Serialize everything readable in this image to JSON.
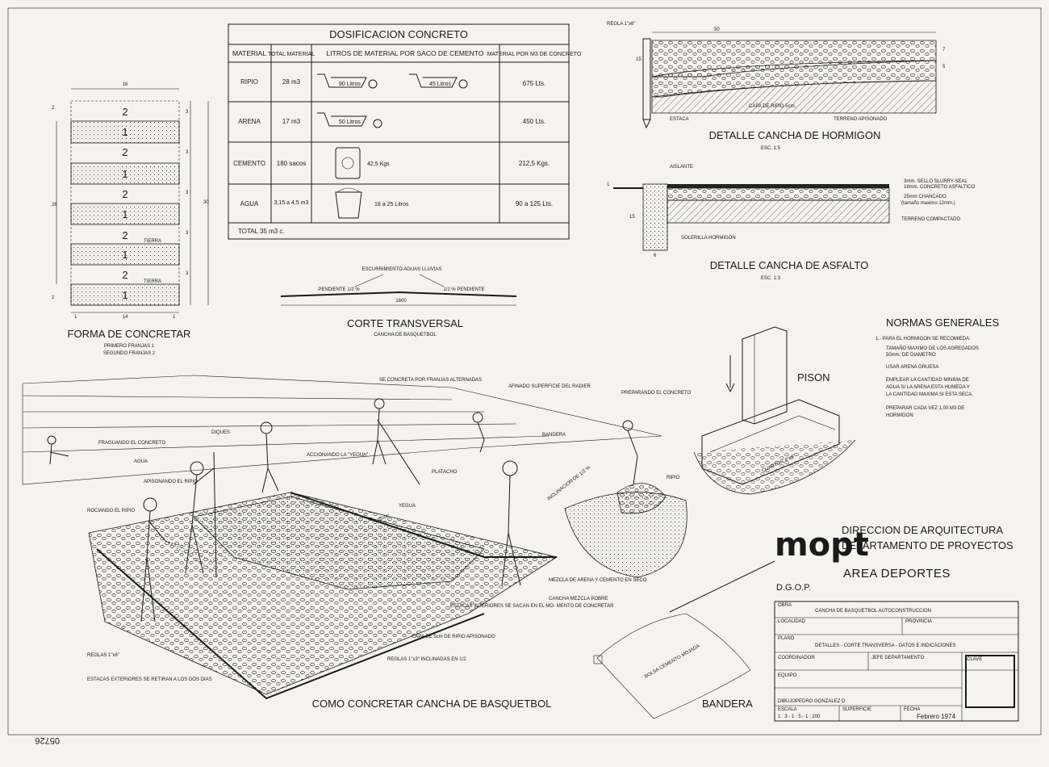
{
  "header": {
    "regla_label": "REGLA 1\"x6\""
  },
  "dosificacion": {
    "title": "DOSIFICACION    CONCRETO",
    "columns": [
      "MATERIAL",
      "TOTAL MATERIAL",
      "LITROS DE MATERIAL POR SACO DE CEMENTO",
      "MATERIAL POR M3 DE CONCRETO"
    ],
    "rows": [
      {
        "material": "RIPIO",
        "total": "28 m3",
        "litros": [
          "90 Litros",
          "45 Litros"
        ],
        "por_m3": "675 Lts."
      },
      {
        "material": "ARENA",
        "total": "17 m3",
        "litros": [
          "50 Litros"
        ],
        "por_m3": "450 Lts."
      },
      {
        "material": "CEMENTO",
        "total": "180 sacos",
        "litros": [
          "42,5 Kgs"
        ],
        "por_m3": "212,5 Kgs."
      },
      {
        "material": "AGUA",
        "total": "3,15 a 4,5 m3",
        "litros": [
          "18 a 25 Litros"
        ],
        "por_m3": "90 a 125 Lts."
      }
    ],
    "total": "TOTAL 35 m3 c."
  },
  "forma": {
    "title": "FORMA DE CONCRETAR",
    "line1": "PRIMERO FRANJAS 1",
    "line2": "SEGUNDO FRANJAS 2",
    "dims": {
      "top": "16",
      "bottom": "14",
      "side": "26",
      "outer": "30",
      "two": "2",
      "three": "3",
      "one": "1"
    },
    "strips": [
      "2",
      "1",
      "2",
      "1",
      "2",
      "1",
      "2",
      "1",
      "2",
      "1"
    ],
    "tierra": "TIERRA"
  },
  "corte": {
    "title": "CORTE TRANSVERSAL",
    "subtitle": "CANCHA DE BASQUETBOL",
    "escurrimiento": "ESCURRIMIENTO AGUAS LLUVIAS",
    "pend_left": "PENDIENTE 1/2 %",
    "pend_right": "1/2 % PENDIENTE",
    "width": "1600"
  },
  "hormigon": {
    "title": "DETALLE CANCHA DE HORMIGON",
    "scale": "ESC. 1:5",
    "dim_top": "50",
    "dim_left": "15",
    "dim_right_1": "7",
    "dim_right_2": "5",
    "capa": "CAPA DE RIPIO 5cm.",
    "terreno": "TERRENO APISONADO",
    "estaca": "ESTACA"
  },
  "asfalto": {
    "title": "DETALLE CANCHA DE ASFALTO",
    "scale": "ESC. 1:3",
    "aislante": "AISLANTE",
    "sello": "3mm. SELLO SLURRY-SEAL",
    "concreto": "18mm. CONCRETO ASFALTICO",
    "chancado": "25mm CHANCADO",
    "tamano": "(tamaño maximo 12mm.)",
    "terreno": "TERRENO COMPACTADO",
    "solerilla": "SOLERILLA HORMIGON",
    "dim_left": "15",
    "dim_bottom": "6",
    "dim_one": "1"
  },
  "normas": {
    "title": "NORMAS GENERALES",
    "item1": "1.- PARA EL HORMIGON SE RECOMIEDA:",
    "lines": [
      "TAMAÑO MAXIMO DE LOS AGREGADOS",
      "50mm. DE DIAMETRO",
      "USAR ARENA GRUESA",
      "EMPLEAR LA CANTIDAD MINIMA DE",
      "AGUA SI LA ARENA ESTA HUMEDA Y",
      "LA CANTIDAD MAXIMA SI ESTA SECA.",
      "PREPARAR CADA VEZ 1,00 M3 DE",
      "HORMIGON"
    ]
  },
  "pison": {
    "title": "PISON",
    "cuarton": "CUARTON 4\"x4\""
  },
  "scene": {
    "title": "COMO CONCRETAR CANCHA DE BASQUETBOL",
    "labels": {
      "franjas": "SE CONCRETA POR FRANJAS ALTERNADAS",
      "afinado": "AFINADO SUPERFICIE DEL RADIER",
      "preparando": "PREPARANDO EL CONCRETO",
      "fraguando": "FRAGUANDO EL CONCRETO",
      "diques": "DIQUES",
      "agua": "AGUA",
      "apisonando": "APISONANDO EL RIPIO",
      "accionando": "ACCIONANDO LA \"YEGUA\"",
      "bandera": "BANDERA",
      "platacho": "PLATACHO",
      "ripio": "RIPIO",
      "rociando": "ROCIANDO EL RIPIO",
      "yegua": "YEGUA",
      "dos_x_cuatro": "2\"x4\"",
      "inclinacion": "INCLINACION DE 1/2 %",
      "mezcla": "MEZCLA DE ARENA Y CEMENTO EN SECO",
      "cancha_mezcla": "CANCHA MEZCLA POBRE",
      "estacas_int": "ESTACAS INTERIORES SE SACAN EN EL MO- MENTO DE CONCRETAR",
      "capa": "CAPA DE 5cm DE RIPIO APISONADO",
      "reglas_1x6": "REGLAS 1\"x6\"",
      "reglas_1x3": "REGLAS 1\"x3\" INCLINADAS EN 1/2",
      "estacas_ext": "ESTACAS EXTERIORES SE RETIRAN A LOS DOS DIAS"
    }
  },
  "bandera": {
    "title": "BANDERA",
    "bolsa": "BOLSA CEMENTO MOJADA"
  },
  "institution": {
    "logo": "mopt",
    "logo_sub": "D.G.O.P.",
    "line1": "DIRECCION  DE  ARQUITECTURA",
    "line2": "DEPARTAMENTO DE PROYECTOS",
    "area": "AREA   DEPORTES"
  },
  "titleblock": {
    "obra_label": "OBRA",
    "obra": "CANCHA DE BASQUETBOL AUTOCONSTRUCCION",
    "localidad_label": "LOCALIDAD",
    "provincia_label": "PROVINCIA",
    "plano_label": "PLANO",
    "plano": "DETALLES - CORTE TRANSVERSA - DATOS E INDICACIONES",
    "coordinador_label": "COORDINADOR",
    "jefe_label": "JEFE DEPARTAMENTO",
    "clave_label": "CLAVE",
    "equipo_label": "EQUIPO",
    "dibujo_label": "DIBUJO",
    "dibujo": "PEDRO GONZALEZ  D.",
    "escala_label": "ESCALA",
    "escala": "1 : 3 - 1 : 5 - 1 : 200",
    "superficie_label": "SUPERFICIE",
    "fecha_label": "FECHA",
    "fecha": "Febrero 1974"
  },
  "stamp": "05726"
}
